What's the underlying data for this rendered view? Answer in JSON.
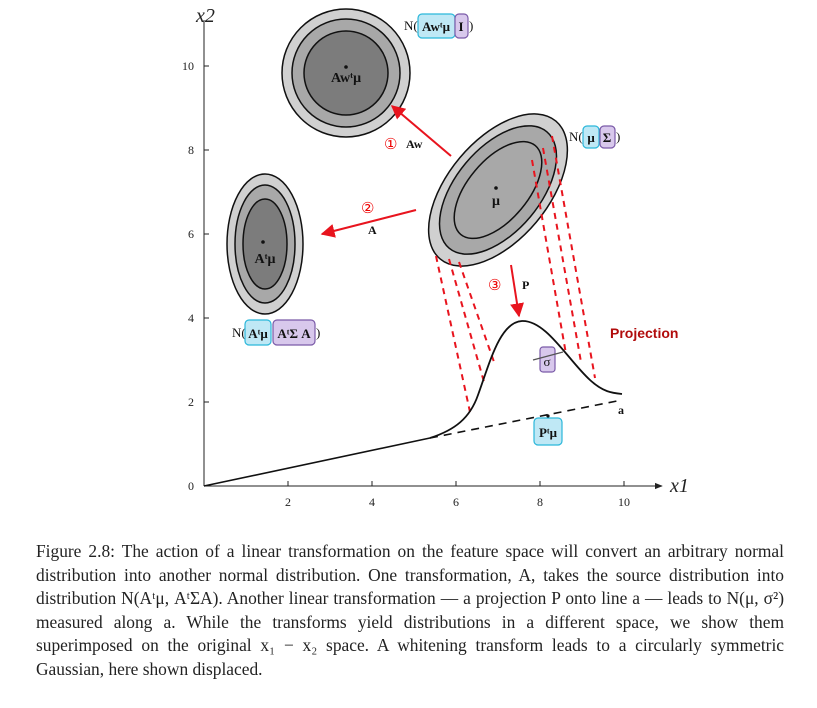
{
  "figure": {
    "y_axis_label": "x2",
    "x_axis_label": "x1",
    "x_ticks": [
      "2",
      "4",
      "6",
      "8",
      "10"
    ],
    "y_ticks": [
      "0",
      "2",
      "4",
      "6",
      "8",
      "10"
    ],
    "distributions": {
      "whitened": {
        "center": "Awᵗμ",
        "label_prefix": "N(",
        "mean_box": "Awᵗμ",
        "cov_box": "I",
        "label_suffix": ")"
      },
      "original": {
        "center": "μ",
        "label_prefix": "N(",
        "mean_box": "μ",
        "cov_box": "Σ",
        "label_suffix": ")"
      },
      "transformed": {
        "center": "Aᵗμ",
        "label_prefix": "N(",
        "mean_box": "Aᵗμ",
        "cov_box": "AᵗΣ A",
        "label_suffix": ")"
      }
    },
    "arrows": {
      "whiten": {
        "number": "①",
        "label": "Aw"
      },
      "linear": {
        "number": "②",
        "label": "A"
      },
      "project": {
        "number": "③",
        "label": "P"
      }
    },
    "projection_label": "Projection",
    "sigma_box": "σ",
    "line_label": "a",
    "projected_mean_box": "Pᵗμ",
    "colors": {
      "arrow": "#e8141e",
      "mean_box_fill": "#bfe8f5",
      "mean_box_stroke": "#2bb7da",
      "cov_box_fill": "#d8c8ec",
      "cov_box_stroke": "#7a5aa8",
      "ring_outer": "#d0d0d0",
      "ring_middle": "#a8a8a8",
      "ring_inner": "#7c7c7c",
      "projection_text": "#b10c0c"
    }
  },
  "caption": {
    "figure_number": "Figure 2.8:",
    "text": "The action of a linear transformation on the feature space will convert an arbitrary normal distribution into another normal distribution. One transformation, A, takes the source distribution into distribution N(Aᵗμ, AᵗΣA). Another linear transformation — a projection P onto line a — leads to N(μ, σ²) measured along a. While the transforms yield distributions in a different space, we show them superimposed on the original x₁ − x₂ space. A whitening transform leads to a circularly symmetric Gaussian, here shown displaced."
  }
}
